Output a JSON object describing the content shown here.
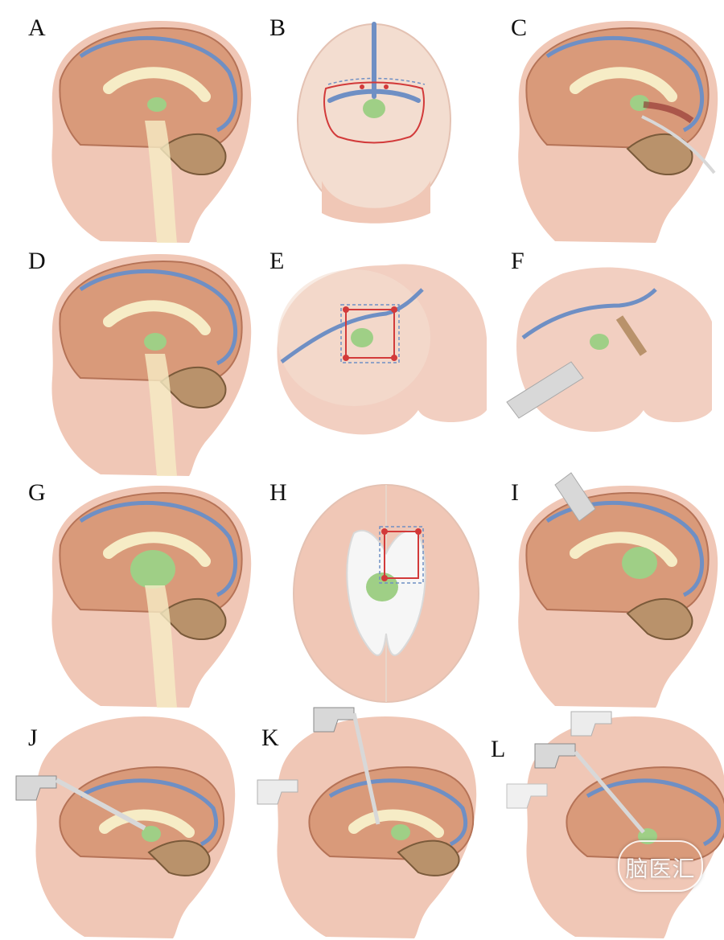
{
  "panels": {
    "a": {
      "label": "A"
    },
    "b": {
      "label": "B"
    },
    "c": {
      "label": "C"
    },
    "d": {
      "label": "D"
    },
    "e": {
      "label": "E"
    },
    "f": {
      "label": "F"
    },
    "g": {
      "label": "G"
    },
    "h": {
      "label": "H"
    },
    "i": {
      "label": "I"
    },
    "j": {
      "label": "J"
    },
    "k": {
      "label": "K"
    },
    "l": {
      "label": "L"
    }
  },
  "watermark": {
    "text": "脑医汇"
  },
  "colors": {
    "skin": "#f0c7b6",
    "brain": "#d99a7a",
    "ventricle": "#f6ecc6",
    "vessel": "#6f8fc4",
    "tumor": "#9fcf86",
    "cerebellum": "#b9926b",
    "marker": "#d23a3a",
    "instrument": "#d8d8d8"
  }
}
